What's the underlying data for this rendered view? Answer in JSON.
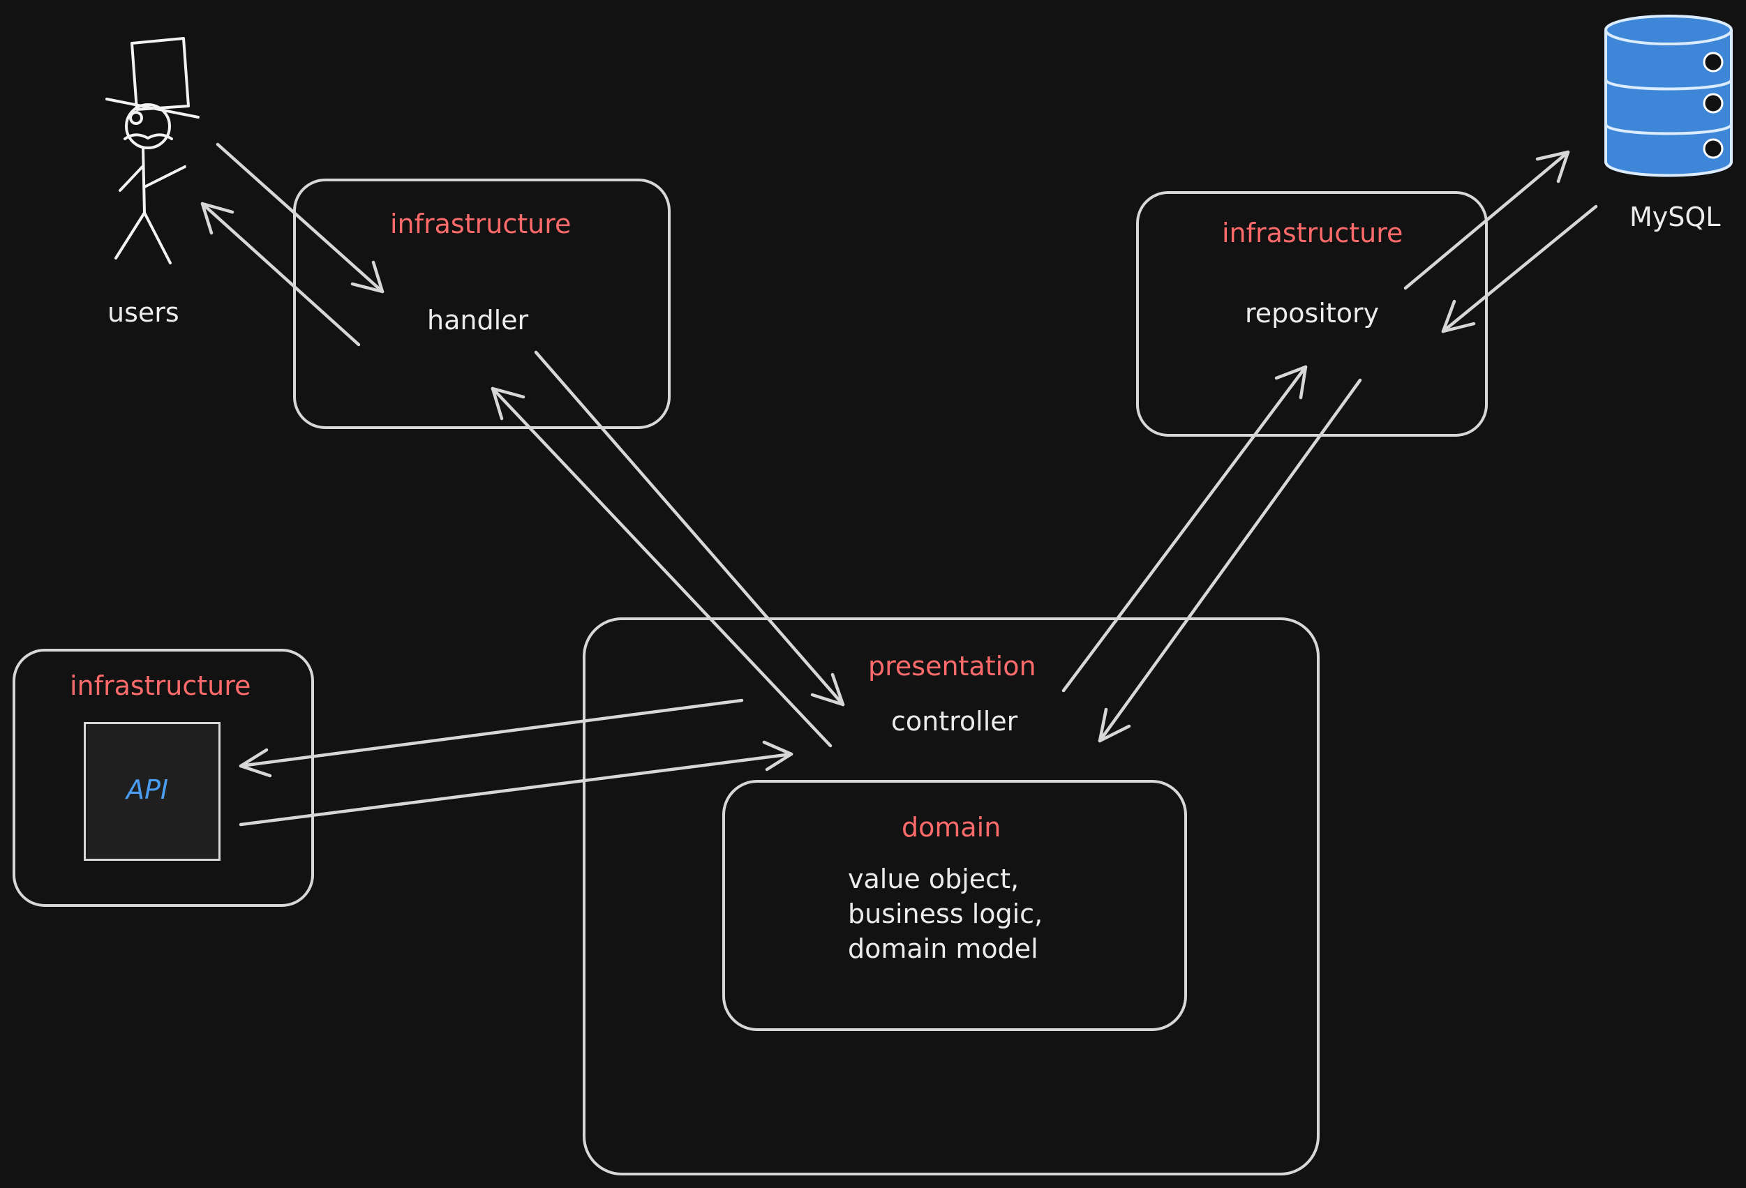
{
  "actors": {
    "users": "users",
    "database": "MySQL"
  },
  "handler_box": {
    "layer": "infrastructure",
    "component": "handler"
  },
  "repository_box": {
    "layer": "infrastructure",
    "component": "repository"
  },
  "api_box": {
    "layer": "infrastructure",
    "component": "API"
  },
  "presentation_box": {
    "layer": "presentation",
    "component": "controller"
  },
  "domain_box": {
    "layer": "domain",
    "content": "value object,\nbusiness logic,\ndomain model"
  },
  "colors": {
    "background": "#121212",
    "stroke": "#d7d7d7",
    "layer_label": "#ff6b6b",
    "api_label": "#4a9df0",
    "database_fill": "#3d86d8"
  },
  "icons": [
    "stick-figure-icon",
    "database-icon"
  ]
}
